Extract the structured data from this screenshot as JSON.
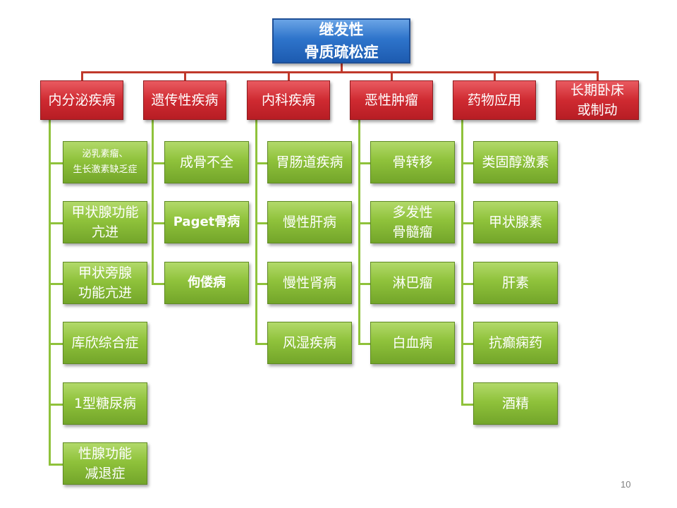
{
  "diagram": {
    "root": {
      "lines": [
        "继发性",
        "骨质疏松症"
      ]
    },
    "categories": [
      {
        "label": [
          "内分泌疾病"
        ],
        "items": [
          {
            "lines": [
              "泌乳素瘤、",
              "生长激素缺乏症"
            ],
            "small": true
          },
          {
            "lines": [
              "甲状腺功能",
              "亢进"
            ]
          },
          {
            "lines": [
              "甲状旁腺",
              "功能亢进"
            ]
          },
          {
            "lines": [
              "库欣综合症"
            ]
          },
          {
            "lines": [
              "1型糖尿病"
            ]
          },
          {
            "lines": [
              "性腺功能",
              "减退症"
            ]
          }
        ]
      },
      {
        "label": [
          "遗传性疾病"
        ],
        "items": [
          {
            "lines": [
              "成骨不全"
            ]
          },
          {
            "lines": [
              "Paget骨病"
            ],
            "bold": true
          },
          {
            "lines": [
              "佝偻病"
            ],
            "bold": true
          }
        ]
      },
      {
        "label": [
          "内科疾病"
        ],
        "items": [
          {
            "lines": [
              "胃肠道疾病"
            ]
          },
          {
            "lines": [
              "慢性肝病"
            ]
          },
          {
            "lines": [
              "慢性肾病"
            ]
          },
          {
            "lines": [
              "风湿疾病"
            ]
          }
        ]
      },
      {
        "label": [
          "恶性肿瘤"
        ],
        "items": [
          {
            "lines": [
              "骨转移"
            ]
          },
          {
            "lines": [
              "多发性",
              "骨髓瘤"
            ]
          },
          {
            "lines": [
              "淋巴瘤"
            ]
          },
          {
            "lines": [
              "白血病"
            ]
          }
        ]
      },
      {
        "label": [
          "药物应用"
        ],
        "items": [
          {
            "lines": [
              "类固醇激素"
            ]
          },
          {
            "lines": [
              "甲状腺素"
            ]
          },
          {
            "lines": [
              "肝素"
            ]
          },
          {
            "lines": [
              "抗癫痫药"
            ]
          },
          {
            "lines": [
              "酒精"
            ]
          }
        ]
      },
      {
        "label": [
          "长期卧床",
          "或制动"
        ],
        "items": []
      }
    ]
  },
  "page_number": "10",
  "colors": {
    "root": "#2e74cb",
    "category": "#cf2a31",
    "leaf": "#8fc23b",
    "root_connector": "#c0392b",
    "leaf_connector": "#8fc23b"
  }
}
